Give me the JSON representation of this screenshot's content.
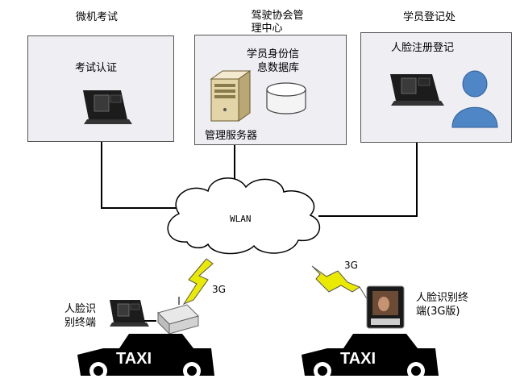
{
  "exam_site": {
    "header": "微机考试",
    "box_label": "考试认证"
  },
  "center": {
    "header_line1": "驾驶协会管",
    "header_line2": "理中心",
    "db_line1": "学员身份信",
    "db_line2": "息数据库",
    "server_label": "管理服务器"
  },
  "registration": {
    "header": "学员登记处",
    "box_label": "人脸注册登记"
  },
  "network": {
    "cloud_label": "WLAN",
    "link_left": "3G",
    "link_right": "3G"
  },
  "taxi_left": {
    "terminal_line1": "人脸识",
    "terminal_line2": "别终端",
    "car_label": "TAXI"
  },
  "taxi_right": {
    "terminal_line1": "人脸识别终",
    "terminal_line2": "端(3G版)",
    "car_label": "TAXI"
  },
  "colors": {
    "box_fill": "#eeeef3",
    "lightning": "#e8e800",
    "person": "#4f86c6",
    "car": "#000000"
  }
}
